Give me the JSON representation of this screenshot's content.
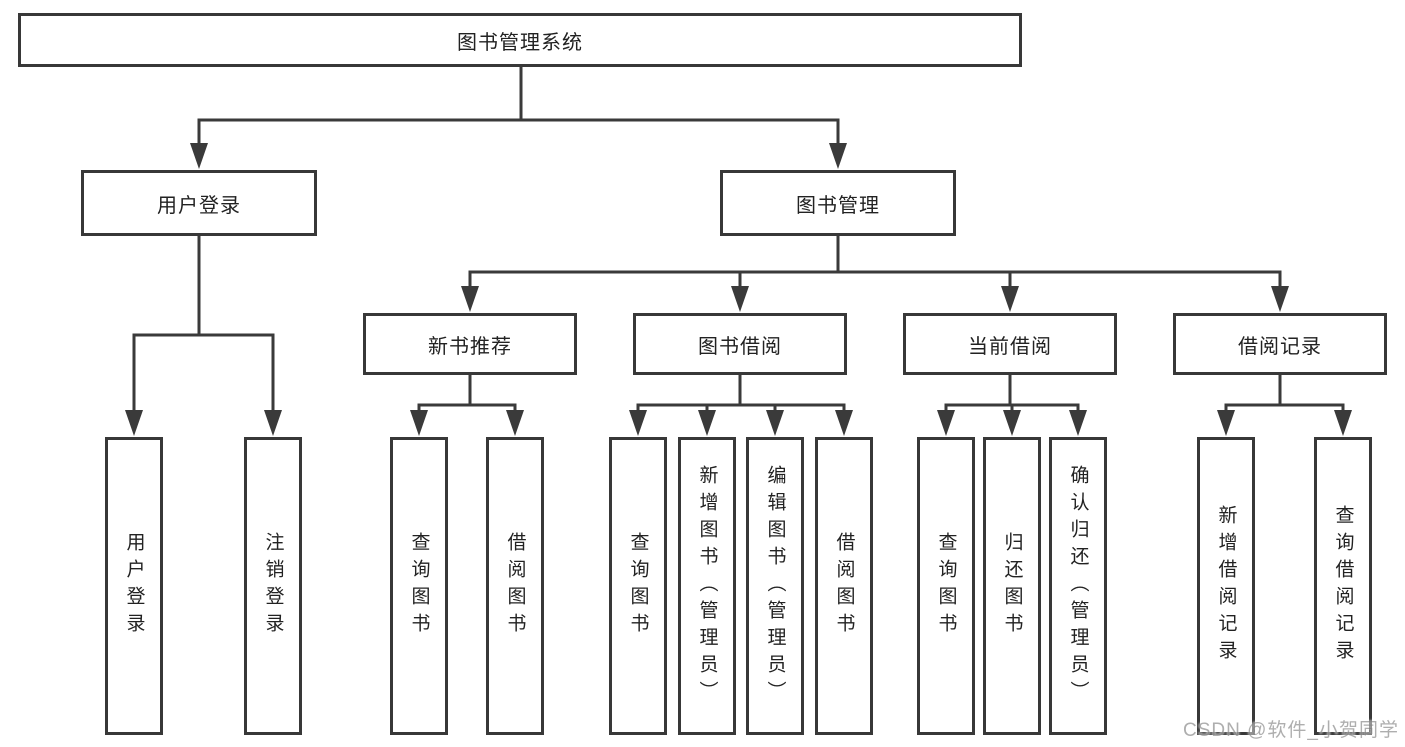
{
  "diagram": {
    "root": {
      "label": "图书管理系统"
    },
    "branches": [
      {
        "label": "用户登录",
        "children": [
          {
            "label": "用户登录"
          },
          {
            "label": "注销登录"
          }
        ]
      },
      {
        "label": "图书管理",
        "children": [
          {
            "label": "新书推荐",
            "children": [
              {
                "label": "查询图书"
              },
              {
                "label": "借阅图书"
              }
            ]
          },
          {
            "label": "图书借阅",
            "children": [
              {
                "label": "查询图书"
              },
              {
                "label": "新增图书（管理员）"
              },
              {
                "label": "编辑图书（管理员）"
              },
              {
                "label": "借阅图书"
              }
            ]
          },
          {
            "label": "当前借阅",
            "children": [
              {
                "label": "查询图书"
              },
              {
                "label": "归还图书"
              },
              {
                "label": "确认归还（管理员）"
              }
            ]
          },
          {
            "label": "借阅记录",
            "children": [
              {
                "label": "新增借阅记录"
              },
              {
                "label": "查询借阅记录"
              }
            ]
          }
        ]
      }
    ],
    "watermark": "CSDN @软件_小贺同学",
    "colors": {
      "line": "#3a3a3a",
      "box_border": "#383838",
      "text": "#222222",
      "watermark_text": "#9b9b9b",
      "background": "#ffffff"
    }
  }
}
